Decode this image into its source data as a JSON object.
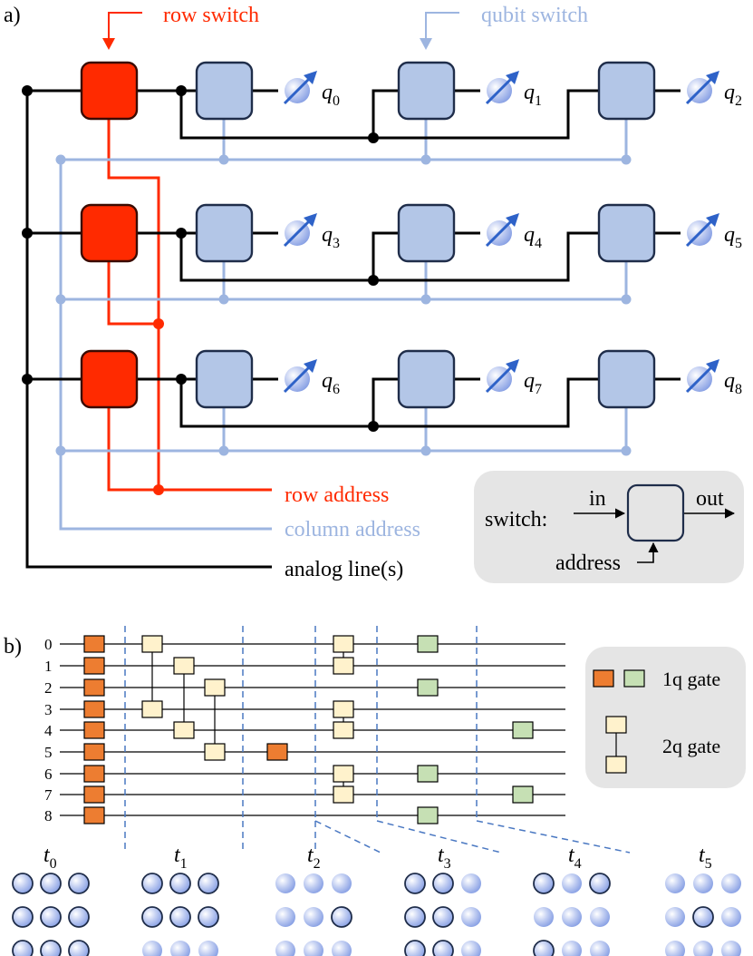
{
  "panel_a": {
    "label": "a)",
    "row_switch_label": "row switch",
    "qubit_switch_label": "qubit switch",
    "row_address_label": "row address",
    "column_address_label": "column address",
    "analog_label": "analog line(s)",
    "qubits": [
      "q0",
      "q1",
      "q2",
      "q3",
      "q4",
      "q5",
      "q6",
      "q7",
      "q8"
    ],
    "legend": {
      "switch": "switch:",
      "in": "in",
      "out": "out",
      "address": "address"
    }
  },
  "panel_b": {
    "label": "b)",
    "rows": [
      "0",
      "1",
      "2",
      "3",
      "4",
      "5",
      "6",
      "7",
      "8"
    ],
    "legend": {
      "one_q": "1q gate",
      "two_q": "2q gate"
    },
    "times": [
      "t0",
      "t1",
      "t2",
      "t3",
      "t4",
      "t5"
    ]
  },
  "colors": {
    "row_switch": "#ff2a00",
    "qubit_switch": "#b3c6e7",
    "column_line": "#9db5e0",
    "analog": "#000000",
    "one_q_orange": "#ed7d31",
    "one_q_green": "#c6e0b4",
    "two_q": "#fff2cc",
    "dashed": "#4a78c2"
  }
}
